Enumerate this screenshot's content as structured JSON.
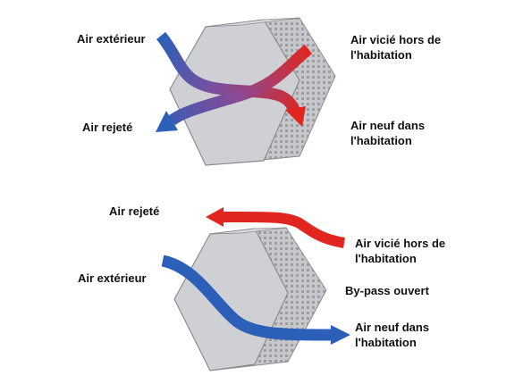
{
  "top_diagram": {
    "labels": {
      "outdoor_air": "Air extérieur",
      "stale_air": [
        "Air vicié hors de",
        "l'habitation"
      ],
      "exhaust_air": "Air rejeté",
      "fresh_air": [
        "Air neuf dans",
        "l'habitation"
      ]
    }
  },
  "bottom_diagram": {
    "labels": {
      "exhaust_air": "Air rejeté",
      "stale_air": [
        "Air vicié hors de",
        "l'habitation"
      ],
      "outdoor_air": "Air extérieur",
      "bypass": "By-pass ouvert",
      "fresh_air": [
        "Air neuf dans",
        "l'habitation"
      ]
    }
  },
  "colors": {
    "cold_air": "#2b5fb8",
    "warm_air": "#e0261f",
    "exchanger_face": "#cfd0d3",
    "exchanger_side": "#bfc1c5",
    "exchanger_edge": "#8a8c90"
  }
}
